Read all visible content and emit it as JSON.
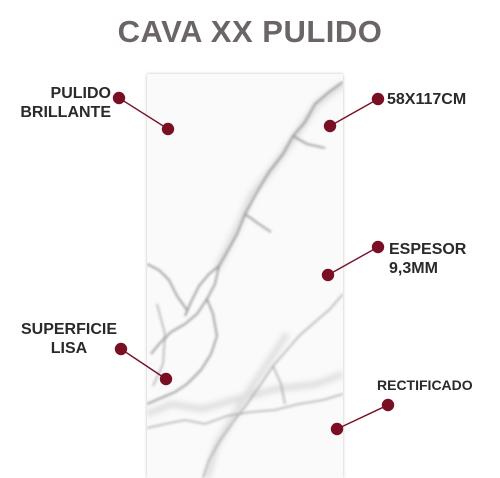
{
  "title": "CAVA XX PULIDO",
  "colors": {
    "title": "#6b6566",
    "marker": "#7a0f24",
    "label": "#2a2a2a",
    "vein": "#8d8d8d"
  },
  "callouts": [
    {
      "id": "pulido",
      "lines": [
        "PULIDO",
        "BRILLANTE"
      ]
    },
    {
      "id": "size",
      "lines": [
        "58X117CM"
      ]
    },
    {
      "id": "espesor",
      "lines": [
        "ESPESOR",
        "9,3MM"
      ]
    },
    {
      "id": "superficie",
      "lines": [
        "SUPERFICIE",
        "LISA"
      ]
    },
    {
      "id": "rectificado",
      "lines": [
        "RECTIFICADO"
      ]
    }
  ]
}
